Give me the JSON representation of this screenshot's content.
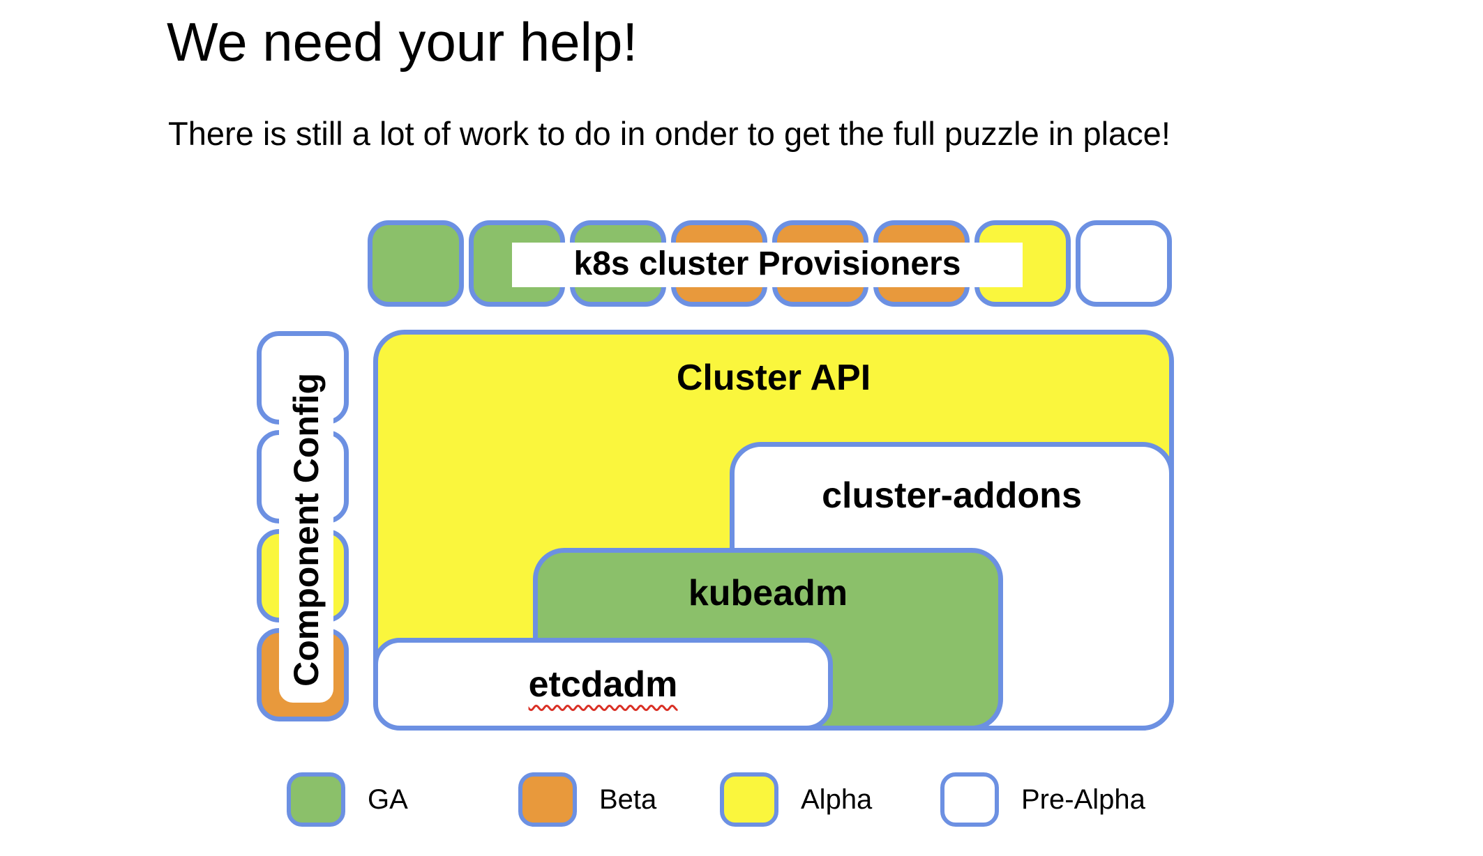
{
  "slide": {
    "title": "We need your help!",
    "subtitle": "There is still a lot of work to do in onder to get the full puzzle in place!"
  },
  "colors": {
    "border_blue": "#6C90E2",
    "squiggle_red": "#D93025",
    "text_black": "#000000"
  },
  "status_colors": {
    "ga": "#8BC06A",
    "beta": "#E8993C",
    "alpha": "#FAF63D",
    "pre_alpha": "#FFFFFF"
  },
  "provisioners": {
    "label": "k8s cluster Provisioners",
    "squares": [
      "ga",
      "ga",
      "ga",
      "beta",
      "beta",
      "beta",
      "alpha",
      "pre_alpha"
    ]
  },
  "component_config": {
    "label": "Component Config",
    "squares": [
      "pre_alpha",
      "pre_alpha",
      "alpha",
      "beta"
    ]
  },
  "boxes": {
    "cluster_api": {
      "label": "Cluster API",
      "status": "alpha"
    },
    "cluster_addons": {
      "label": "cluster-addons",
      "status": "pre_alpha"
    },
    "kubeadm": {
      "label": "kubeadm",
      "status": "ga"
    },
    "etcdadm": {
      "label": "etcdadm",
      "status": "pre_alpha"
    }
  },
  "legend": [
    {
      "label": "GA",
      "status": "ga"
    },
    {
      "label": "Beta",
      "status": "beta"
    },
    {
      "label": "Alpha",
      "status": "alpha"
    },
    {
      "label": "Pre-Alpha",
      "status": "pre_alpha"
    }
  ]
}
